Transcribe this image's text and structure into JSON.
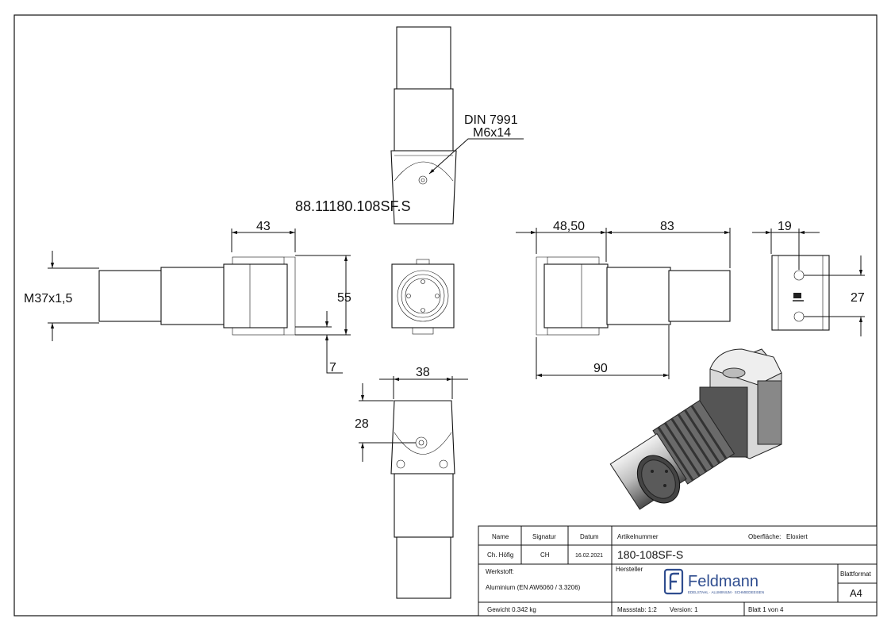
{
  "annotations": {
    "screw_standard": "DIN 7991",
    "screw_size": "M6x14",
    "part_code": "88.11180.108SF.S",
    "thread": "M37x1,5"
  },
  "dimensions": {
    "d43": "43",
    "d55": "55",
    "d7": "7",
    "d38": "38",
    "d28": "28",
    "d48_50": "48,50",
    "d83": "83",
    "d90": "90",
    "d19": "19",
    "d27": "27"
  },
  "title_block": {
    "headers": {
      "name": "Name",
      "signature": "Signatur",
      "date": "Datum",
      "article": "Artikelnummer",
      "surface": "Oberfläche:"
    },
    "surface_value": "Eloxiert",
    "drawn_by": "Ch. Höfig",
    "signature_value": "CH",
    "date_value": "16.02.2021",
    "article_number": "180-108SF-S",
    "material_label": "Werkstoff:",
    "material_value": "Aluminium (EN AW6060 / 3.3206)",
    "manufacturer_label": "Hersteller",
    "brand_name": "Feldmann",
    "brand_tagline": "EDELSTAHL · ALUMINIUM · SCHMIEDEEISEN",
    "format_label": "Blattformat",
    "format_value": "A4",
    "weight": "Gewicht 0.342 kg",
    "scale": "Massstab: 1:2",
    "version": "Version: 1",
    "sheet": "Blatt 1 von 4"
  }
}
